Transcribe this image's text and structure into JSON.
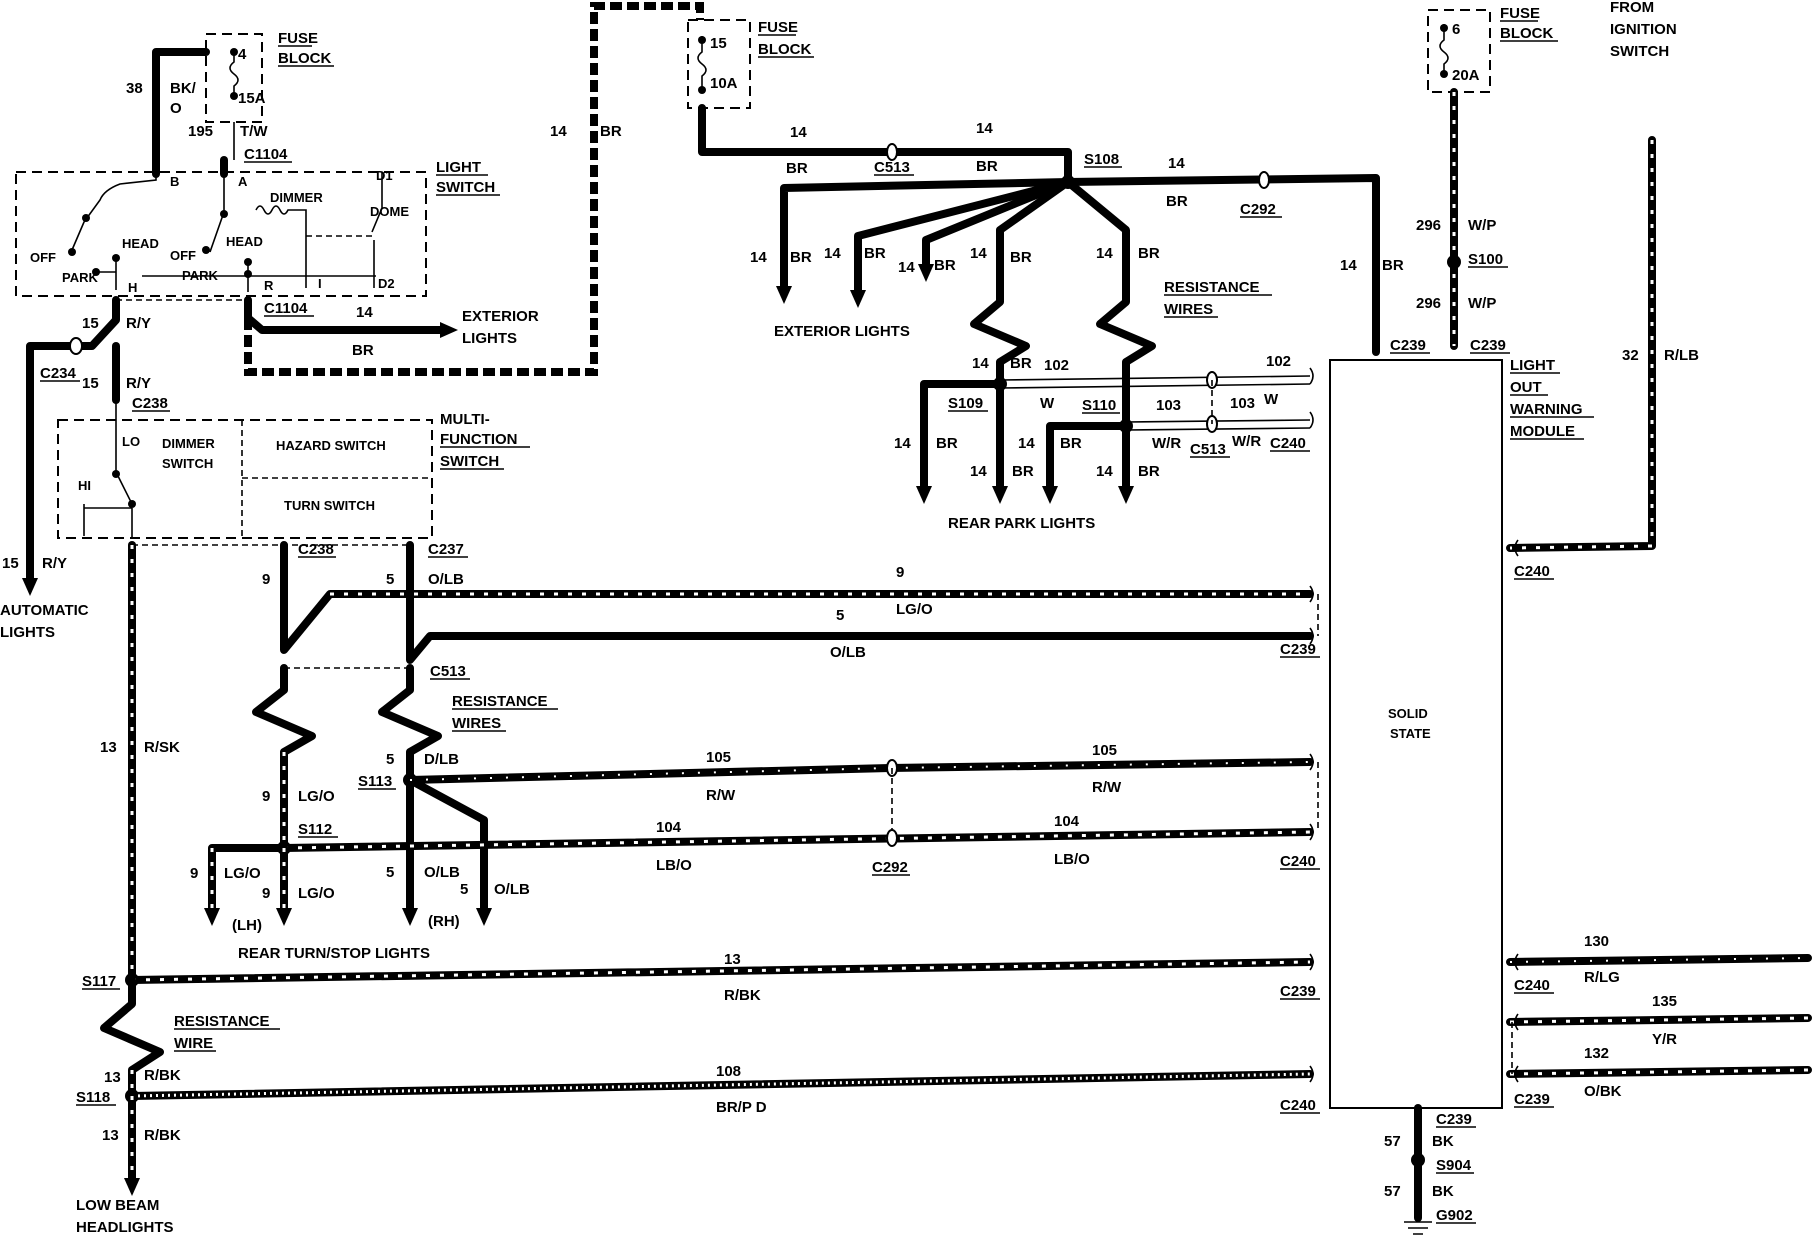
{
  "components": {
    "fuse_block_1": [
      "FUSE",
      "BLOCK"
    ],
    "fuse_block_2": [
      "FUSE",
      "BLOCK"
    ],
    "fuse_block_3": [
      "FUSE",
      "BLOCK"
    ],
    "ignition": [
      "FROM",
      "IGNITION",
      "SWITCH"
    ],
    "light_switch": [
      "LIGHT",
      "SWITCH"
    ],
    "multi_function": [
      "MULTI-",
      "FUNCTION",
      "SWITCH"
    ],
    "lowm": [
      "LIGHT",
      "OUT",
      "WARNING",
      "MODULE"
    ],
    "solid_state": [
      "SOLID",
      "STATE"
    ],
    "resistance_wires_1": [
      "RESISTANCE",
      "WIRES"
    ],
    "resistance_wires_2": [
      "RESISTANCE",
      "WIRES"
    ],
    "resistance_wire_3": [
      "RESISTANCE",
      "WIRE"
    ],
    "exterior_lights_1": [
      "EXTERIOR",
      "LIGHTS"
    ],
    "exterior_lights_2": "EXTERIOR  LIGHTS",
    "rear_park_lights": "REAR PARK LIGHTS",
    "rear_turn_stop": "REAR TURN/STOP LIGHTS",
    "automatic_lights": [
      "AUTOMATIC",
      "LIGHTS"
    ],
    "low_beam": [
      "LOW BEAM",
      "HEADLIGHTS"
    ],
    "hazard_switch": "HAZARD SWITCH",
    "turn_switch": "TURN SWITCH",
    "dimmer_switch": [
      "DIMMER",
      "SWITCH"
    ],
    "dimmer": "DIMMER",
    "dome": "DOME",
    "lh": "(LH)",
    "rh": "(RH)",
    "solid_state_hidden": ""
  },
  "fuses": {
    "f1_num": "4",
    "f1_amp": "15A",
    "f2_num": "15",
    "f2_amp": "10A",
    "f3_num": "6",
    "f3_amp": "20A"
  },
  "switch_terms": {
    "b": "B",
    "a": "A",
    "d1": "D1",
    "d2": "D2",
    "off1": "OFF",
    "park1": "PARK",
    "head1": "HEAD",
    "h": "H",
    "off2": "OFF",
    "park2": "PARK",
    "head2": "HEAD",
    "r": "R",
    "i": "I",
    "lo": "LO",
    "hi": "HI"
  },
  "connectors": {
    "c1104a": "C1104",
    "c1104b": "C1104",
    "c234": "C234",
    "c238a": "C238",
    "c238b": "C238",
    "c237": "C237",
    "c513a": "C513",
    "c513b": "C513",
    "c513c": "C513",
    "c292a": "C292",
    "c292b": "C292",
    "c239a": "C239",
    "c239b": "C239",
    "c239c": "C239",
    "c239d": "C239",
    "c239e": "C239",
    "c239f": "C239",
    "c240a": "C240",
    "c240b": "C240",
    "c240c": "C240",
    "c240d": "C240",
    "c240e": "C240"
  },
  "splices": {
    "s108": "S108",
    "s100": "S100",
    "s109": "S109",
    "s110": "S110",
    "s112": "S112",
    "s113": "S113",
    "s117": "S117",
    "s118": "S118",
    "s904": "S904",
    "g902": "G902"
  },
  "wires": {
    "w38": "38",
    "bko": [
      "BK/",
      "O"
    ],
    "w195": "195",
    "tw": "T/W",
    "w14br_a": "14",
    "br_a": "BR",
    "w15ry_a": "15",
    "ry_a": "R/Y",
    "w15ry_b": "15",
    "ry_b": "R/Y",
    "w15ry_c": "15",
    "ry_c": "R/Y",
    "w14_ext": "14",
    "br_ext": "BR",
    "w14_t1": "14",
    "w14_t2": "14",
    "br_t1": "BR",
    "br_t2": "BR",
    "w14_r1": "14",
    "br_r1": "BR",
    "b14a": "14",
    "bbra": "BR",
    "b14b": "14",
    "bbrb": "BR",
    "b14c": "14",
    "bbrc": "BR",
    "r14a": "14",
    "rbra": "BR",
    "r14b": "14",
    "rbrb": "BR",
    "w14_s": "14",
    "br_s": "BR",
    "w296a": "296",
    "wpa": "W/P",
    "w296b": "296",
    "wpb": "W/P",
    "w32": "32",
    "rlb": "R/LB",
    "p14a": "14",
    "pbra": "BR",
    "w102a": "102",
    "w102b": "102",
    "pw": "W",
    "w103a": "103",
    "w103b": "103",
    "w103w": "W",
    "wr1": "W/R",
    "wr2": "W/R",
    "p14b": "14",
    "pbrb": "BR",
    "p14c": "14",
    "pbrc": "BR",
    "p14d": "14",
    "pbrd": "BR",
    "p14e": "14",
    "pbre": "BR",
    "w9a": "9",
    "w5a": "5",
    "olb_a": "O/LB",
    "w9b": "9",
    "lgo_b": "LG/O",
    "w5b": "5",
    "olb_b": "O/LB",
    "w13rsk": "13",
    "rsk": "R/SK",
    "w9c": "9",
    "lgo_c": "LG/O",
    "w5c": "5",
    "dlb": "D/LB",
    "w105a": "105",
    "rw_a": "R/W",
    "w105b": "105",
    "rw_b": "R/W",
    "w104a": "104",
    "lbo_a": "LB/O",
    "w104b": "104",
    "lbo_b": "LB/O",
    "w9d": "9",
    "lgo_d": "LG/O",
    "w9e": "9",
    "lgo_e": "LG/O",
    "w5d": "5",
    "olb_d": "O/LB",
    "w5e": "5",
    "olb_e": "O/LB",
    "w13a": "13",
    "rbk_a": "R/BK",
    "w13b": "13",
    "rbk_b": "R/BK",
    "w108": "108",
    "brpd": "BR/P D",
    "w13c": "13",
    "rbk_c": "R/BK",
    "w130": "130",
    "rlg": "R/LG",
    "w135": "135",
    "yr": "Y/R",
    "w132": "132",
    "obk": "O/BK",
    "w57a": "57",
    "bka": "BK",
    "w57b": "57",
    "bkb": "BK"
  }
}
